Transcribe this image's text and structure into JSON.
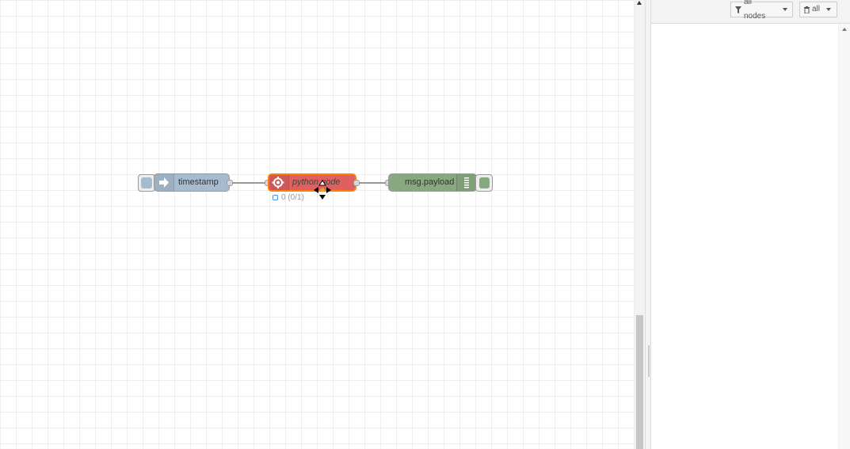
{
  "nodes": {
    "inject": {
      "label": "timestamp",
      "icon": "arrow-in-icon",
      "color": "#a6bbcf"
    },
    "function": {
      "label": "python node",
      "icon": "gear-icon",
      "color": "#e06060",
      "selected_border": "#ff7f0e",
      "status": "0 (0/1)"
    },
    "debug": {
      "label": "msg.payload",
      "icon": "debug-list-icon",
      "color": "#87a980"
    }
  },
  "sidebar": {
    "filter_label": "all nodes",
    "clear_label": "all"
  }
}
